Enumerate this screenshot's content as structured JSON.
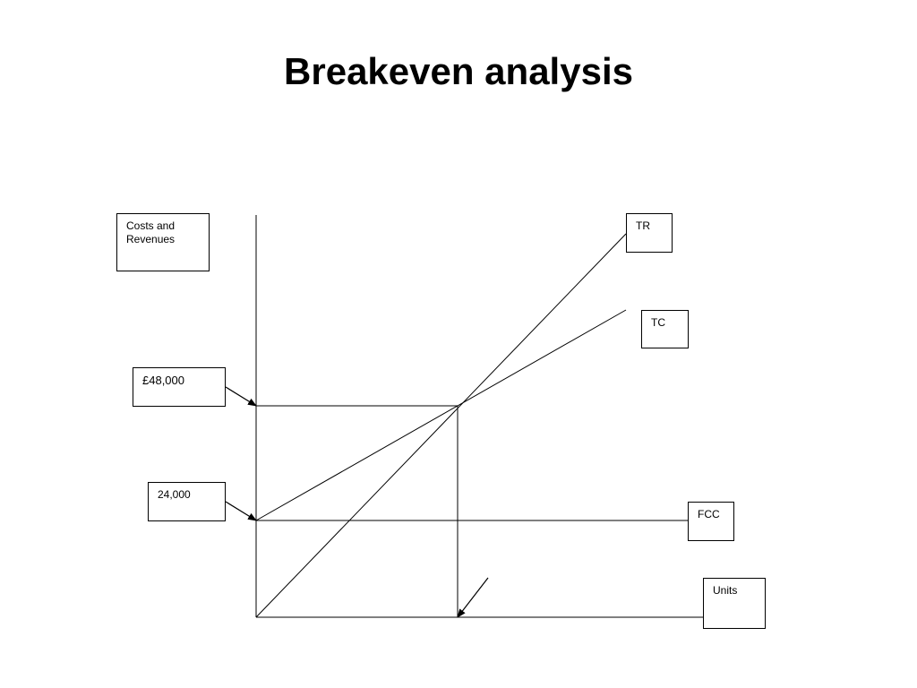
{
  "title": "Breakeven analysis",
  "labels": {
    "y_axis": "Costs and Revenues",
    "x_axis": "Units",
    "revenue_line": "TR",
    "cost_line": "TC",
    "fixed_cost_line": "FCC",
    "revenue_value": "£48,000",
    "fixed_cost_value": "24,000"
  },
  "colors": {
    "line": "#000000",
    "background": "#ffffff"
  }
}
